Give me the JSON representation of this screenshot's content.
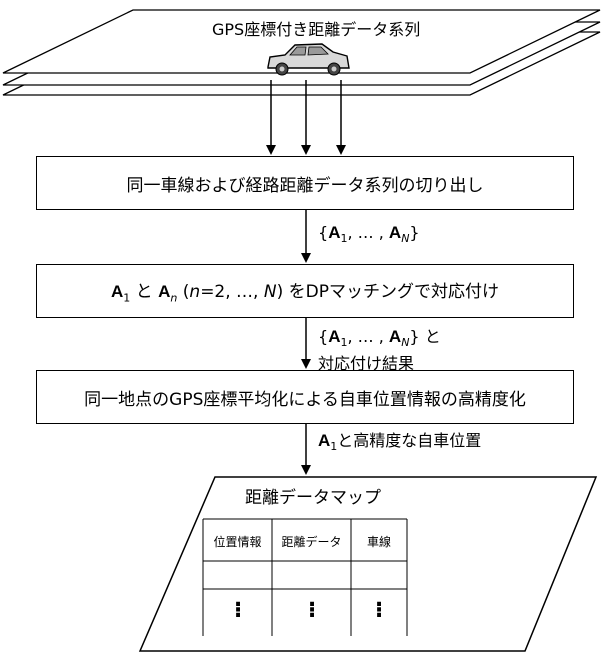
{
  "gps_series_label": "GPS座標付き距離データ系列",
  "steps": [
    "同一車線および経路距離データ系列の切り出し",
    "A1 と An (n=2, …, N) をDPマッチングで対応付け",
    "同一地点のGPS座標平均化による自車位置情報の高精度化"
  ],
  "step2_parts": {
    "a1": "A",
    "sub1": "1",
    "and": " と ",
    "an": "A",
    "subn": "n",
    "open": " (",
    "n_var": "n",
    "range": "=2, …, ",
    "N_var": "N",
    "close": ") をDPマッチングで対応付け"
  },
  "edge_labels": {
    "series_set": {
      "open": "{",
      "a": "A",
      "sub1": "1",
      "mid": ", … , ",
      "aN": "A",
      "subN": "N",
      "close": "}"
    },
    "series_with_match": {
      "open": "{",
      "a": "A",
      "sub1": "1",
      "mid": ", … , ",
      "aN": "A",
      "subN": "N",
      "close": "} と",
      "line2": "対応付け結果"
    },
    "refined": {
      "a": "A",
      "sub1": "1",
      "rest": "と高精度な自車位置"
    }
  },
  "map": {
    "title": "距離データマップ",
    "headers": [
      "位置情報",
      "距離データ",
      "車線"
    ],
    "ellipsis": "⁝"
  }
}
